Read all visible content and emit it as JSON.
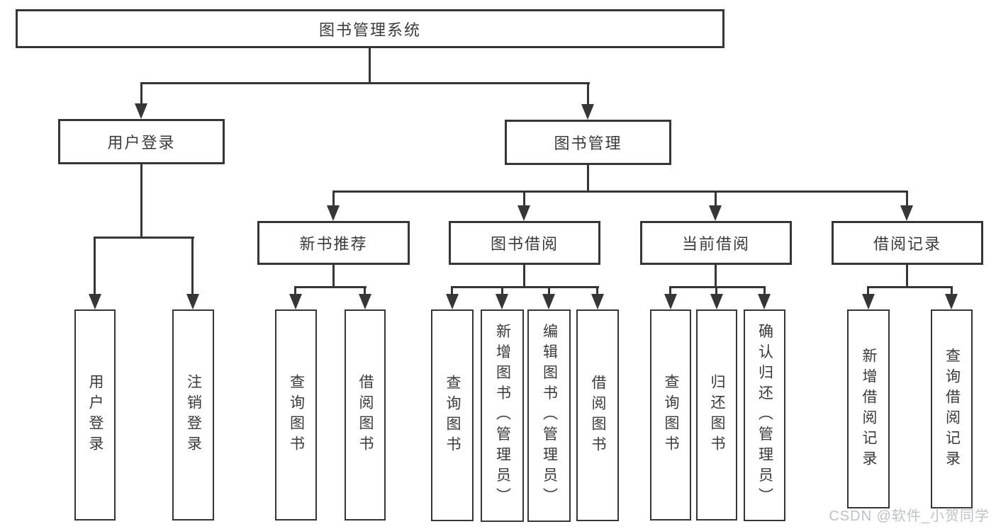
{
  "diagram": {
    "title": "图书管理系统",
    "watermark": "CSDN @软件_小贺同学",
    "colors": {
      "line": "#363636",
      "text": "#3a3a3a",
      "background": "#ffffff",
      "watermark": "#bdc2c5"
    },
    "nodes": {
      "root": "图书管理系统",
      "user_login": "用户登录",
      "book_mgmt": "图书管理",
      "new_book_rec": "新书推荐",
      "book_borrow": "图书借阅",
      "current_borrow": "当前借阅",
      "borrow_record": "借阅记录",
      "leaf_user_login": "用户登录",
      "leaf_logout": "注销登录",
      "leaf_query_book_newrec": "查询图书",
      "leaf_borrow_book_newrec": "借阅图书",
      "leaf_query_book_borrow": "查询图书",
      "leaf_add_book": "新增图书（管理员）",
      "leaf_edit_book": "编辑图书（管理员）",
      "leaf_borrow_book_borrow": "借阅图书",
      "leaf_query_book_current": "查询图书",
      "leaf_return_book": "归还图书",
      "leaf_confirm_return": "确认归还（管理员）",
      "leaf_add_borrow_record": "新增借阅记录",
      "leaf_query_borrow_record": "查询借阅记录"
    },
    "hierarchy": {
      "图书管理系统": [
        "用户登录",
        "图书管理"
      ],
      "用户登录": [
        "用户登录",
        "注销登录"
      ],
      "图书管理": [
        "新书推荐",
        "图书借阅",
        "当前借阅",
        "借阅记录"
      ],
      "新书推荐": [
        "查询图书",
        "借阅图书"
      ],
      "图书借阅": [
        "查询图书",
        "新增图书（管理员）",
        "编辑图书（管理员）",
        "借阅图书"
      ],
      "当前借阅": [
        "查询图书",
        "归还图书",
        "确认归还（管理员）"
      ],
      "借阅记录": [
        "新增借阅记录",
        "查询借阅记录"
      ]
    }
  }
}
